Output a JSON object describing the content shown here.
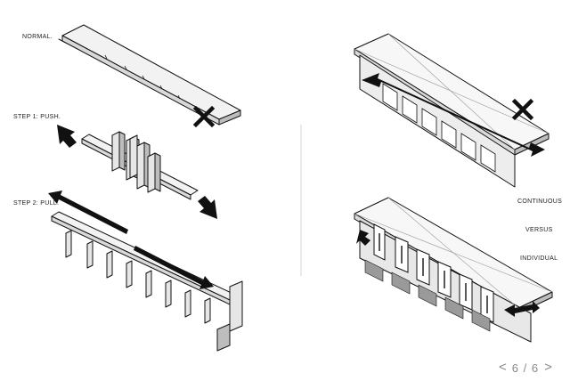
{
  "labels": {
    "normal": "NORMAL.",
    "step1": "STEP 1: PUSH.",
    "step2": "STEP 2: PULL.",
    "continuous": "CONTINUOUS",
    "versus": "VERSUS",
    "individual": "INDIVIDUAL"
  },
  "pager": {
    "prev": "<",
    "current": "6",
    "separator": "/",
    "total": "6",
    "next": ">"
  },
  "colors": {
    "line": "#111111",
    "face_light": "#f2f2f2",
    "face_mid": "#d9d9d9",
    "face_dark": "#9a9a9a",
    "divider": "#d6d6d6",
    "pager": "#8a8a8a"
  }
}
